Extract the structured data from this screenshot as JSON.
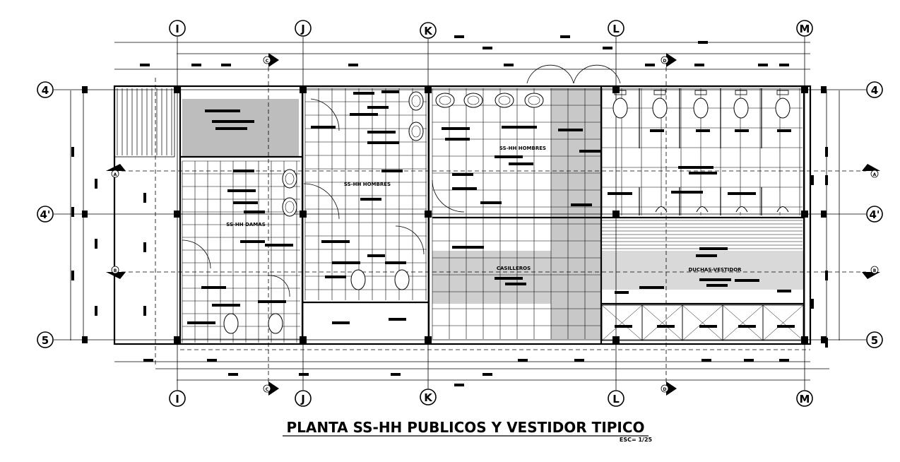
{
  "drawing": {
    "title": "PLANTA SS-HH PUBLICOS Y VESTIDOR TIPICO",
    "scale": "ESC= 1/25"
  },
  "grid": {
    "columns": [
      "I",
      "J",
      "K",
      "L",
      "M"
    ],
    "rows_left": [
      "4",
      "4'",
      "5"
    ],
    "rows_right": [
      "4",
      "4'",
      "5"
    ],
    "sections": [
      "A",
      "B",
      "C",
      "D"
    ]
  },
  "rooms": {
    "damas": "SS-HH DAMAS",
    "hombres_1": "SS-HH HOMBRES",
    "hombres_2": "SS-HH HOMBRES",
    "casilleros": "CASILLEROS",
    "duchas": "DUCHAS-VESTIDOR"
  }
}
